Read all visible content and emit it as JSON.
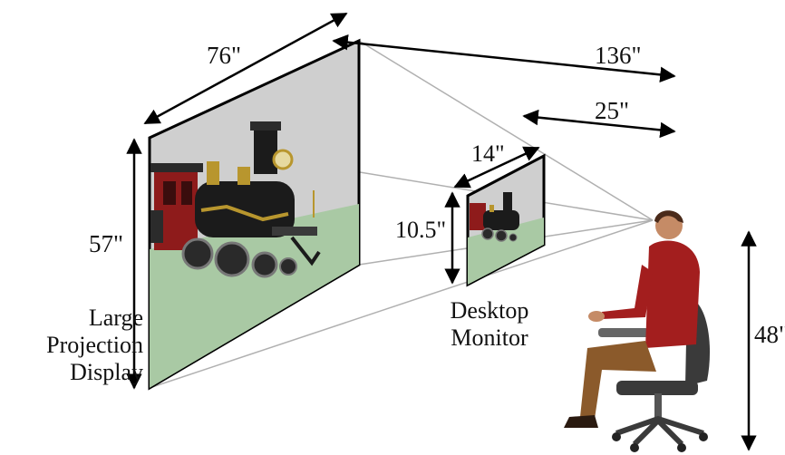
{
  "dimensions": {
    "projection_width": "76\"",
    "projection_height": "57\"",
    "projection_distance": "136\"",
    "monitor_width": "14\"",
    "monitor_height": "10.5\"",
    "monitor_distance": "25\"",
    "eye_height": "48\""
  },
  "captions": {
    "large_display": [
      "Large",
      "Projection",
      "Display"
    ],
    "desktop_monitor": [
      "Desktop",
      "Monitor"
    ]
  },
  "colors": {
    "sky": "#cfcfcf",
    "ground": "#a9c9a4",
    "locomotive": "#1b1b1b",
    "brass": "#b8962e",
    "red_car": "#8e1b1b",
    "shirt": "#a31e1e",
    "pants": "#8b5a2b",
    "chair": "#3a3a3a"
  },
  "icons": [
    "locomotive-image",
    "seated-person-figure",
    "office-chair"
  ]
}
